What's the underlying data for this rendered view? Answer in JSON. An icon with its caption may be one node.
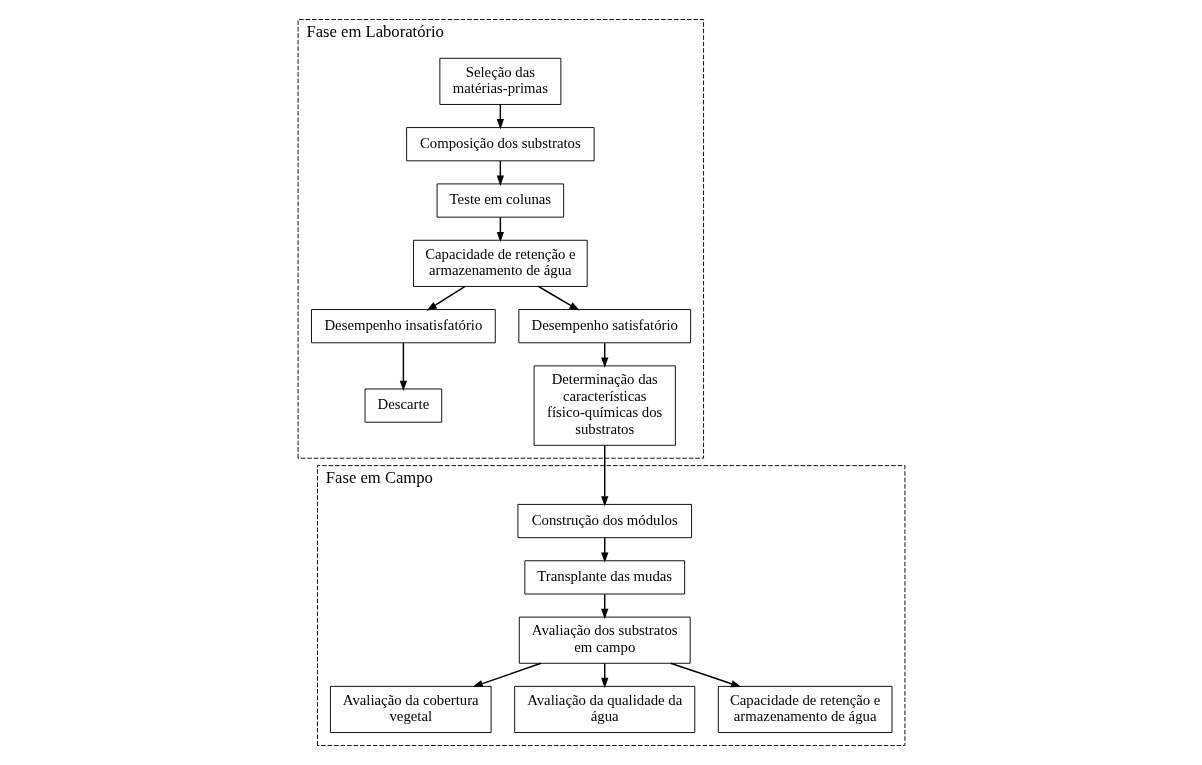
{
  "diagram": {
    "nodes": [
      {
        "text": [
          "Fase em Laboratório"
        ]
      },
      {
        "text": [
          "Seleção das matérias-primas"
        ],
        "in": 0
      },
      {
        "text": [
          "Composição dos substratos"
        ],
        "in": 0
      },
      {
        "text": [
          "Teste em colunas"
        ],
        "in": 0
      },
      {
        "text": [
          "Capacidade de retenção e armazenamento de água"
        ],
        "in": 0
      },
      {
        "text": [
          "Descarte"
        ],
        "in": 0
      },
      {
        "text": [
          "Desempenho insatisfatório"
        ],
        "in": 0
      },
      {
        "text": [
          "Desempenho satisfatório"
        ],
        "in": 0
      },
      {
        "text": [
          "Determinação das características físico-químicas dos substratos"
        ],
        "in": 0
      },
      {
        "text": [
          "Fase em Campo"
        ]
      },
      {
        "text": [
          "Construção dos módulos"
        ],
        "in": 9
      },
      {
        "text": [
          "Transplante das mudas"
        ],
        "in": 9
      },
      {
        "text": [
          "Avaliação dos substratos em campo"
        ],
        "in": 9
      },
      {
        "text": [
          "Avaliação da cobertura vegetal"
        ],
        "in": 9
      },
      {
        "text": [
          "Avaliação da qualidade da água"
        ],
        "in": 9
      },
      {
        "text": [
          "Capacidade de retenção e armazenamento de água"
        ],
        "in": 9
      }
    ],
    "edges": [
      {
        "from": 1,
        "to": 2,
        "arrow": "to"
      },
      {
        "from": 2,
        "to": 3,
        "arrow": "to"
      },
      {
        "from": 3,
        "to": 4,
        "arrow": "to"
      },
      {
        "from": 4,
        "to": 6,
        "arrow": "to"
      },
      {
        "from": 4,
        "to": 7,
        "arrow": "to"
      },
      {
        "from": 6,
        "to": 5,
        "arrow": "to"
      },
      {
        "from": 7,
        "to": 8,
        "arrow": "to"
      },
      {
        "from": 8,
        "to": 10,
        "arrow": "to"
      },
      {
        "from": 10,
        "to": 11,
        "arrow": "to"
      },
      {
        "from": 11,
        "to": 12,
        "arrow": "to"
      },
      {
        "from": 12,
        "to": 13,
        "arrow": "to"
      },
      {
        "from": 12,
        "to": 14,
        "arrow": "to"
      },
      {
        "from": 12,
        "to": 15,
        "arrow": "to"
      }
    ]
  }
}
